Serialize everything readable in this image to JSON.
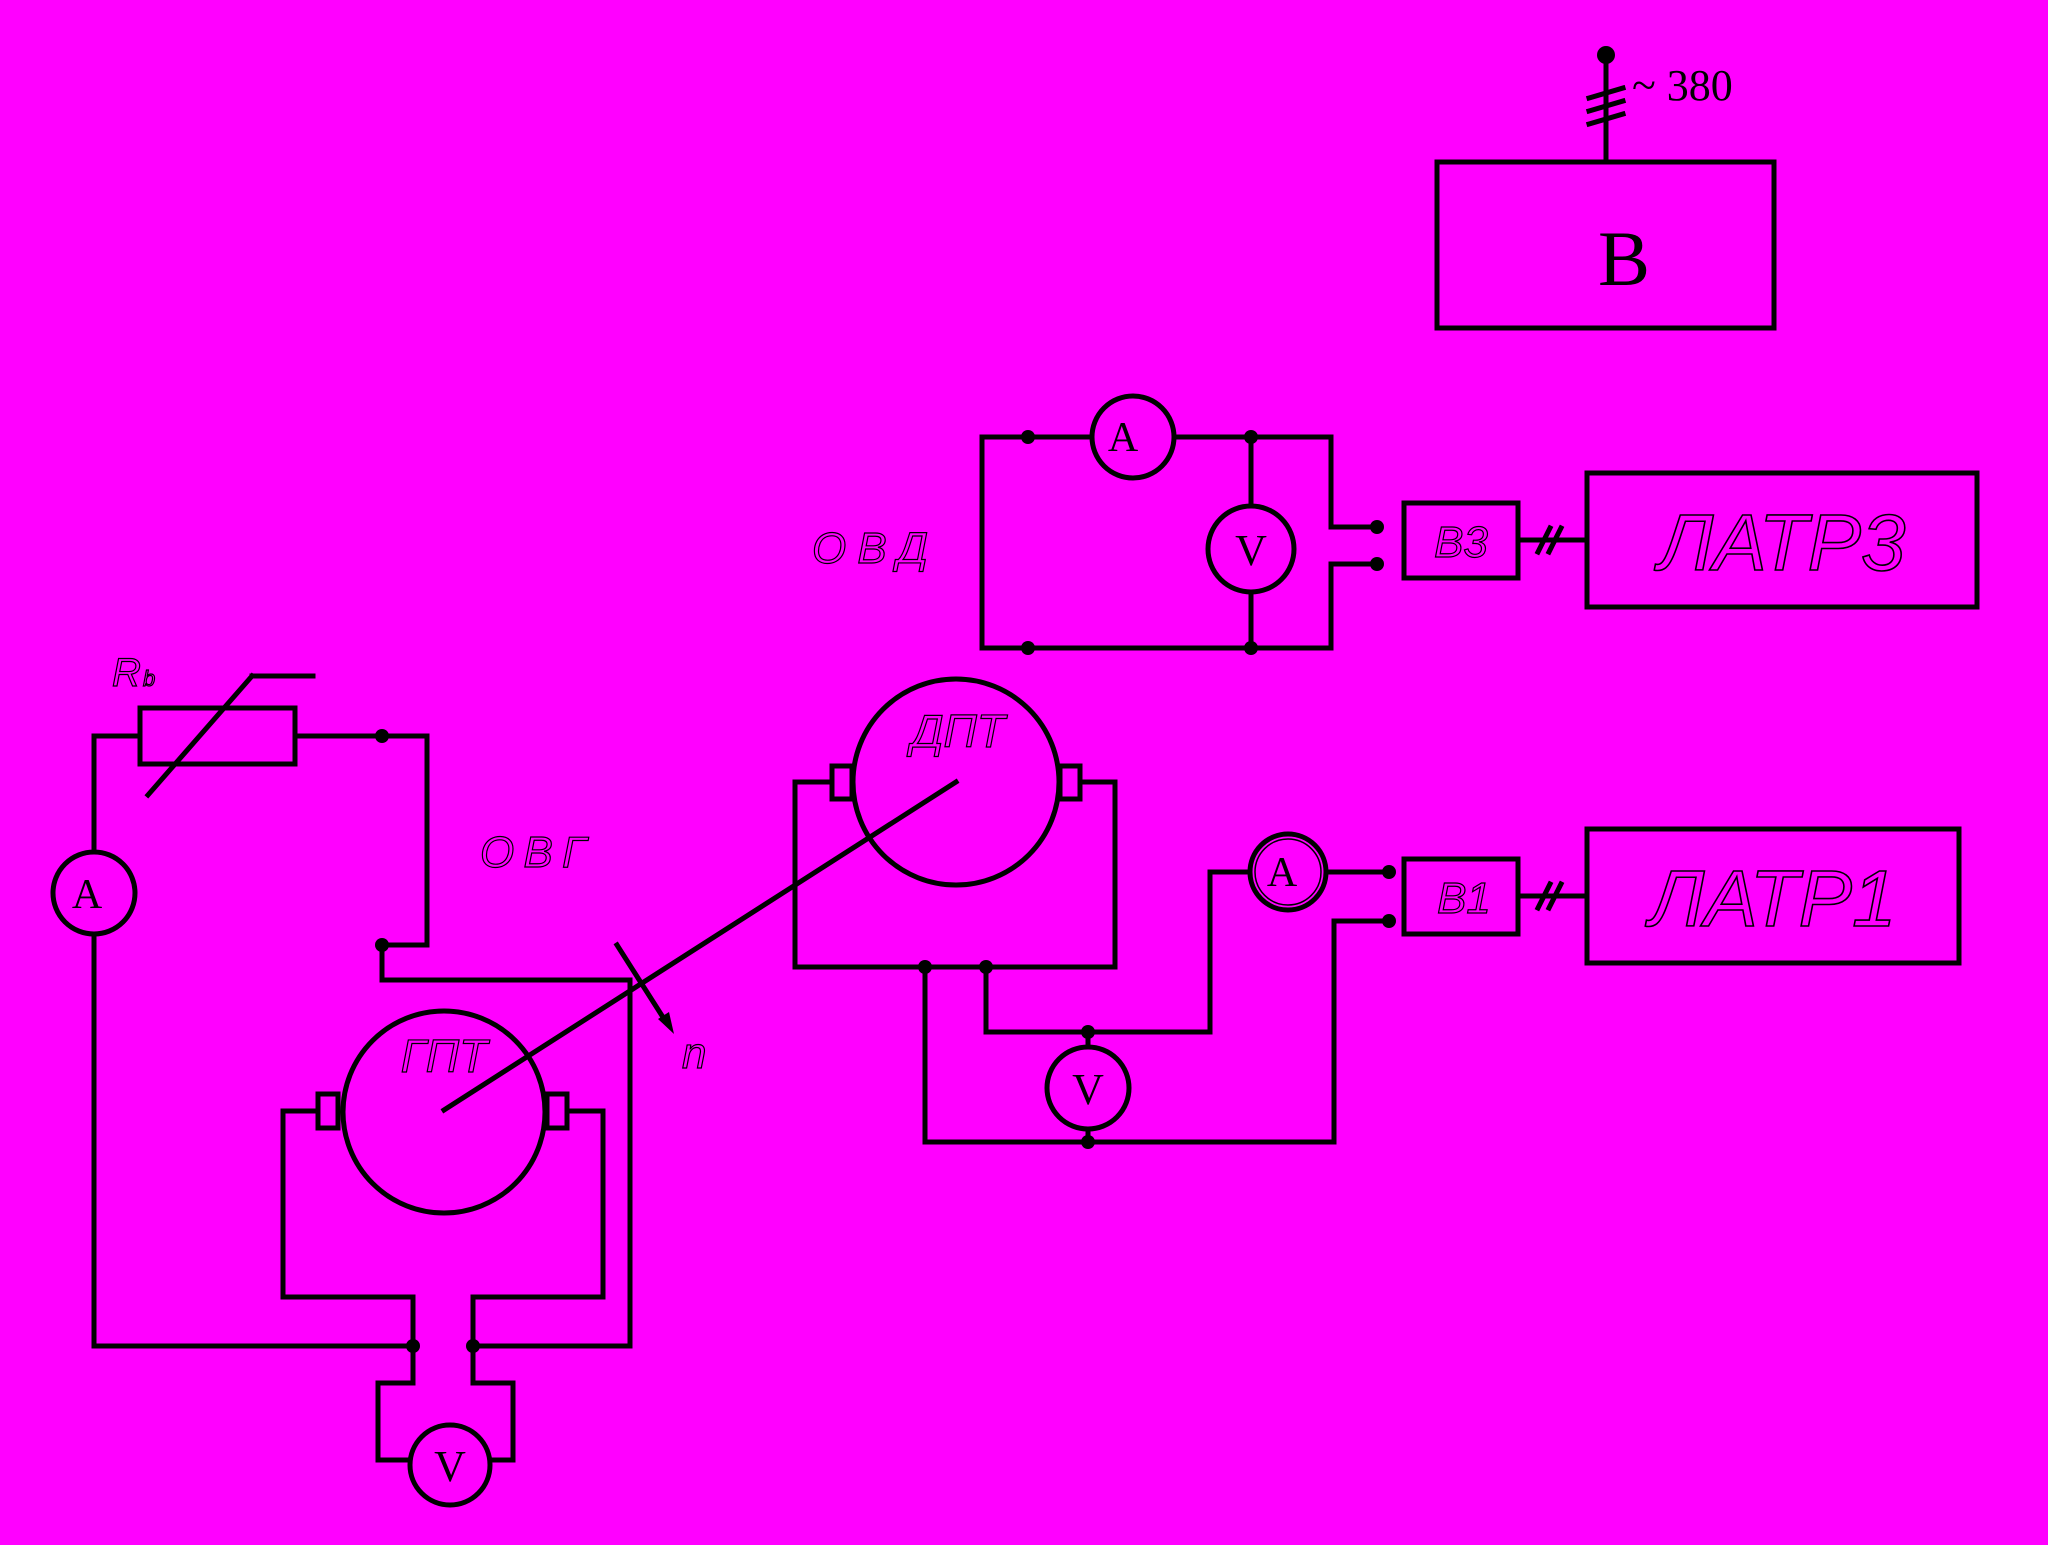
{
  "supply": {
    "label": "~ 380"
  },
  "rectifier": {
    "label": "B"
  },
  "blocks": {
    "b3": "B3",
    "latr3": "ЛАТР3",
    "b1": "B1",
    "latr1": "ЛАТР1"
  },
  "machines": {
    "dpt": "ДПТ",
    "gpt": "ГПТ"
  },
  "windings": {
    "ovd": "ОВД",
    "ovg": "ОВГ"
  },
  "rheostat": {
    "label": "R",
    "subscript": "b"
  },
  "shaft": {
    "label": "n"
  },
  "meters": {
    "ammeter": "A",
    "voltmeter": "V"
  },
  "colors": {
    "background": "#FF00FF",
    "ink": "#000000"
  }
}
